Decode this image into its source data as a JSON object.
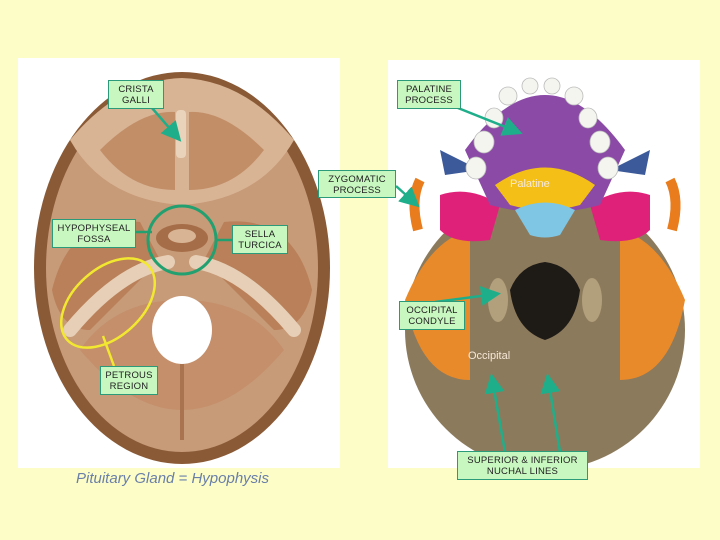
{
  "labels": {
    "crista_galli": "CRISTA GALLI",
    "palatine_process": "PALATINE PROCESS",
    "zygomatic_process": "ZYGOMATIC PROCESS",
    "hypophyseal_fossa": "HYPOPHYSEAL FOSSA",
    "sella_turcica": "SELLA TURCICA",
    "occipital_condyle": "OCCIPITAL CONDYLE",
    "petrous_region": "PETROUS REGION",
    "nuchal_lines": "SUPERIOR & INFERIOR NUCHAL LINES"
  },
  "bone_tags": {
    "palatine": "Palatine",
    "occipital": "Occipital"
  },
  "caption": "Pituitary Gland  = Hypophysis",
  "colors": {
    "background": "#fdfdc8",
    "label_fill": "#c8f7c0",
    "label_border": "#2a9a78",
    "arrow": "#1fae8a",
    "highlight_circle": "#22a070",
    "highlight_ellipse": "#f2e830"
  }
}
